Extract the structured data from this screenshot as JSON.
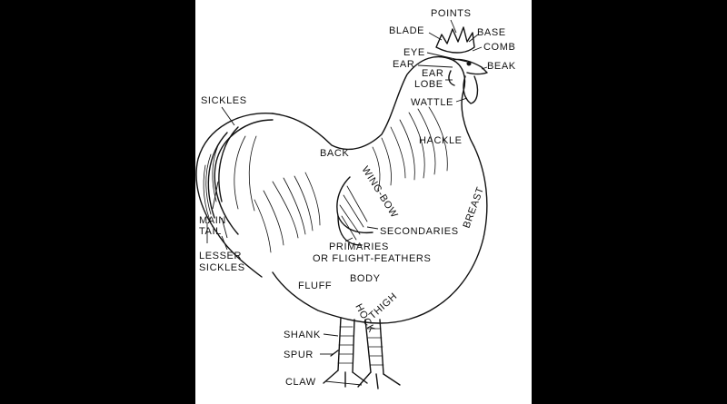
{
  "labels": {
    "points": "POINTS",
    "blade": "BLADE",
    "base": "BASE",
    "eye": "EYE",
    "comb": "COMB",
    "ear": "EAR",
    "beak": "BEAK",
    "ear_lobe_1": "EAR",
    "ear_lobe_2": "LOBE",
    "wattle": "WATTLE",
    "sickles": "SICKLES",
    "hackle": "HACKLE",
    "back": "BACK",
    "wing_bow": "WING-BOW",
    "breast": "BREAST",
    "main_tail_1": "MAIN",
    "main_tail_2": "TAIL",
    "secondaries": "SECONDARIES",
    "primaries_1": "PRIMARIES",
    "primaries_2": "OR FLIGHT-FEATHERS",
    "lesser_sickles_1": "LESSER",
    "lesser_sickles_2": "SICKLES",
    "body": "BODY",
    "fluff": "FLUFF",
    "thigh": "THIGH",
    "hock": "HOCK",
    "shank": "SHANK",
    "spur": "SPUR",
    "claw": "CLAW"
  },
  "colors": {
    "background": "#000000",
    "panel": "#ffffff",
    "ink": "#111111"
  }
}
